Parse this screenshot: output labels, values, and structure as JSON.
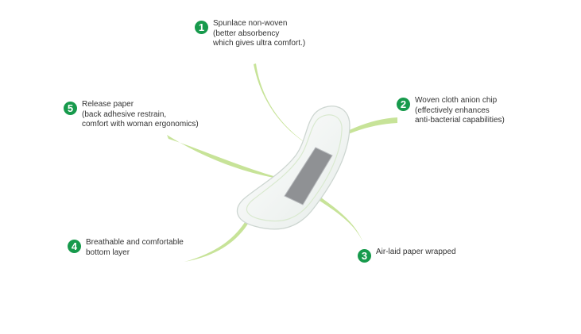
{
  "accent_color": "#179a4c",
  "leaf_color": "#c7e398",
  "features": [
    {
      "number": "1",
      "lines": [
        "Spunlace non-woven",
        "(better absorbency",
        "which gives ultra comfort.)"
      ]
    },
    {
      "number": "2",
      "lines": [
        "Woven cloth anion chip",
        "(effectively  enhances",
        "anti-bacterial capabilities)"
      ]
    },
    {
      "number": "3",
      "lines": [
        "Air-laid paper wrapped"
      ]
    },
    {
      "number": "4",
      "lines": [
        "Breathable and comfortable",
        "bottom layer"
      ]
    },
    {
      "number": "5",
      "lines": [
        "Release paper",
        "(back adhesive restrain,",
        "comfort with woman ergonomics)"
      ]
    }
  ]
}
